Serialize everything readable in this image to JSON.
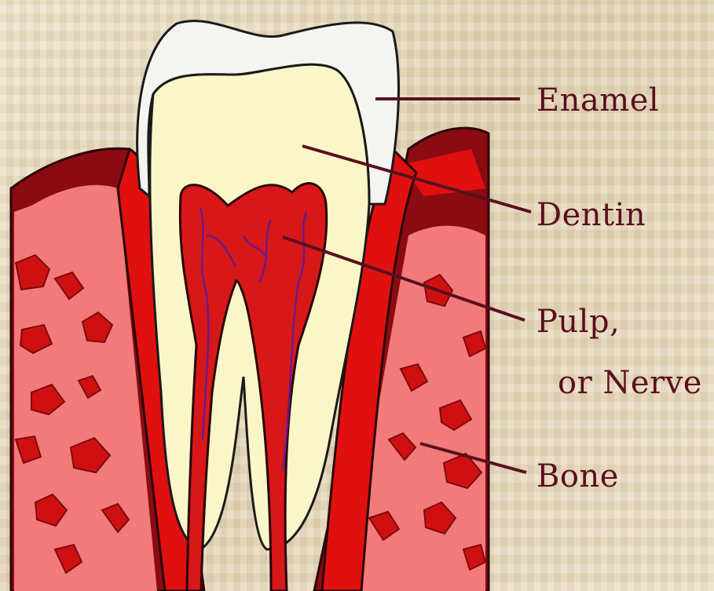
{
  "labels": {
    "enamel": "Enamel",
    "dentin": "Dentin",
    "pulp": "Pulp,",
    "nerve": "or Nerve",
    "bone": "Bone"
  },
  "colors": {
    "background": "#e9dcc0",
    "label_text": "#5a0f1e",
    "enamel": "#f4f4f0",
    "dentin": "#fbf6c8",
    "pulp": "#d81818",
    "bone": "#f37a7a",
    "gum": "#e01010",
    "dark_tissue": "#8a0c12",
    "leader_line": "#5a0f1e"
  }
}
